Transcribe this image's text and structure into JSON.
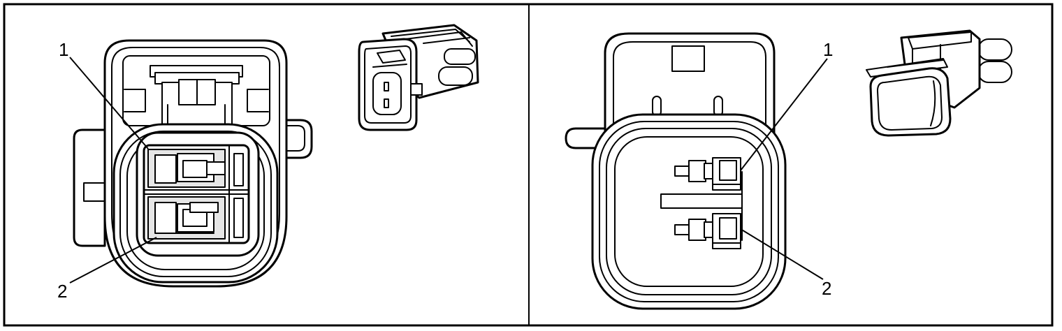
{
  "colors": {
    "line": "#000000",
    "background": "#ffffff",
    "shade": "#e6e6e6"
  },
  "panels": [
    {
      "id": "left",
      "callouts": [
        {
          "text": "1"
        },
        {
          "text": "2"
        }
      ]
    },
    {
      "id": "right",
      "callouts": [
        {
          "text": "1"
        },
        {
          "text": "2"
        }
      ]
    }
  ]
}
